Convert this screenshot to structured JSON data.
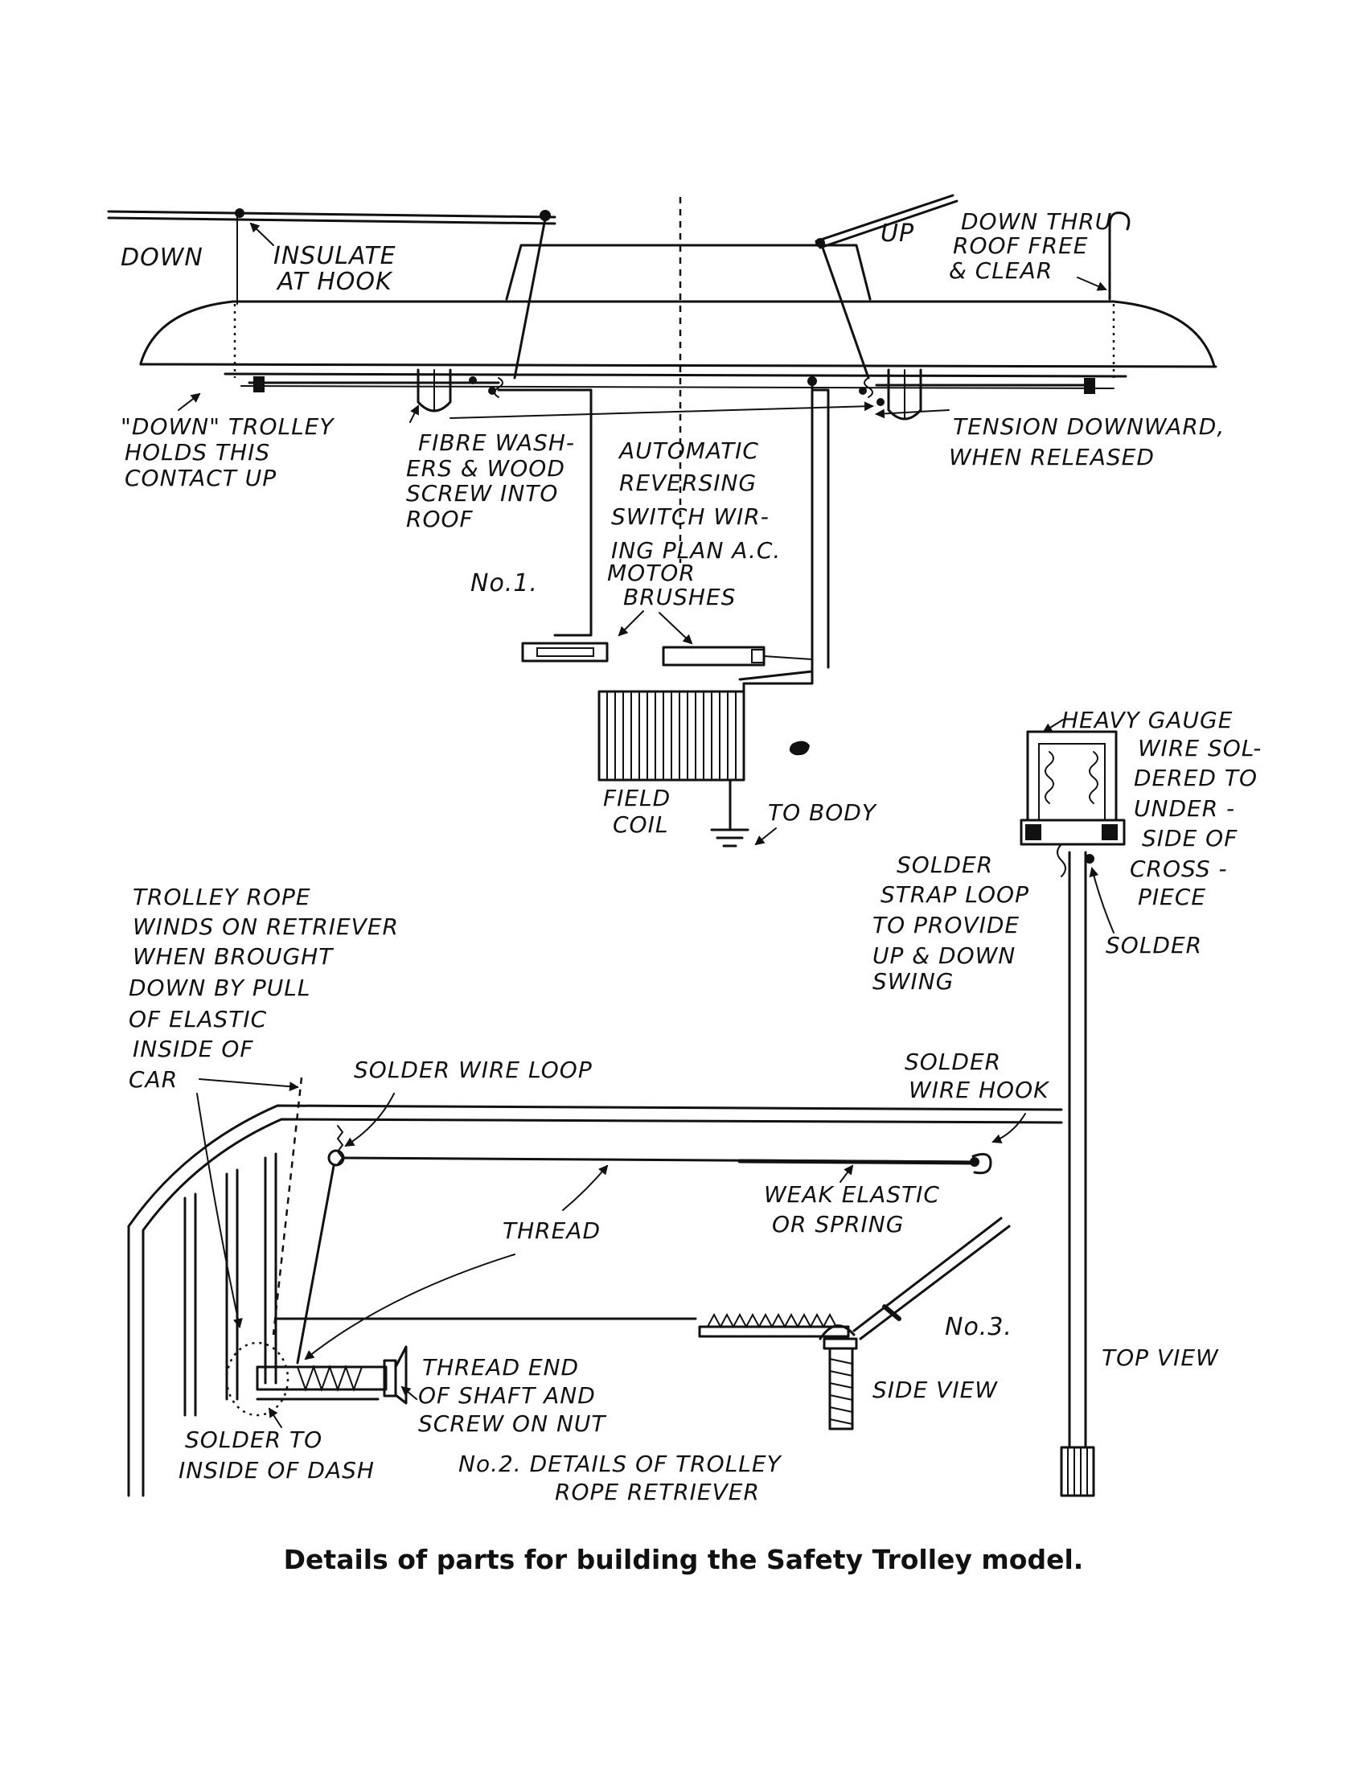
{
  "caption": "Details of parts for building the Safety Trolley model.",
  "fig1": {
    "number": "No.1.",
    "down": "DOWN",
    "insulate": [
      "INSULATE",
      "AT HOOK"
    ],
    "up": "UP",
    "down_thru": [
      "DOWN THRU",
      "ROOF FREE",
      "& CLEAR"
    ],
    "down_trolley": [
      "\"DOWN\" TROLLEY",
      "HOLDS THIS",
      "CONTACT UP"
    ],
    "fibre": [
      "FIBRE WASH-",
      "ERS & WOOD",
      "SCREW INTO",
      "ROOF"
    ],
    "automatic": [
      "AUTOMATIC",
      "REVERSING",
      "SWITCH WIR-",
      "ING PLAN A.C."
    ],
    "motor_brushes": [
      "MOTOR",
      "BRUSHES"
    ],
    "tension": [
      "TENSION DOWNWARD,",
      "WHEN RELEASED"
    ],
    "field_coil": [
      "FIELD",
      "COIL"
    ],
    "to_body": "TO BODY"
  },
  "fig2": {
    "trolley_rope": [
      "TROLLEY ROPE",
      "WINDS ON RETRIEVER",
      "WHEN BROUGHT",
      "DOWN BY PULL",
      "OF ELASTIC",
      "INSIDE OF",
      "CAR"
    ],
    "solder_wire_loop": "SOLDER WIRE LOOP",
    "solder_wire_hook": [
      "SOLDER",
      "WIRE HOOK"
    ],
    "thread": "THREAD",
    "weak_elastic": [
      "WEAK ELASTIC",
      "OR SPRING"
    ],
    "thread_end": [
      "THREAD END",
      "OF SHAFT AND",
      "SCREW ON NUT"
    ],
    "solder_to_inside": [
      "SOLDER TO",
      "INSIDE OF DASH"
    ],
    "caption": [
      "No.2. DETAILS OF TROLLEY",
      "ROPE RETRIEVER"
    ]
  },
  "fig3": {
    "number": "No.3.",
    "side_view": "SIDE VIEW",
    "top_view": "TOP VIEW",
    "heavy_gauge": [
      "HEAVY GAUGE",
      "WIRE SOL-",
      "DERED TO",
      "UNDER -",
      "SIDE OF",
      "CROSS -",
      "PIECE"
    ],
    "solder_strap": [
      "SOLDER",
      "STRAP LOOP",
      "TO PROVIDE",
      "UP & DOWN",
      "SWING"
    ],
    "solder": "SOLDER"
  }
}
